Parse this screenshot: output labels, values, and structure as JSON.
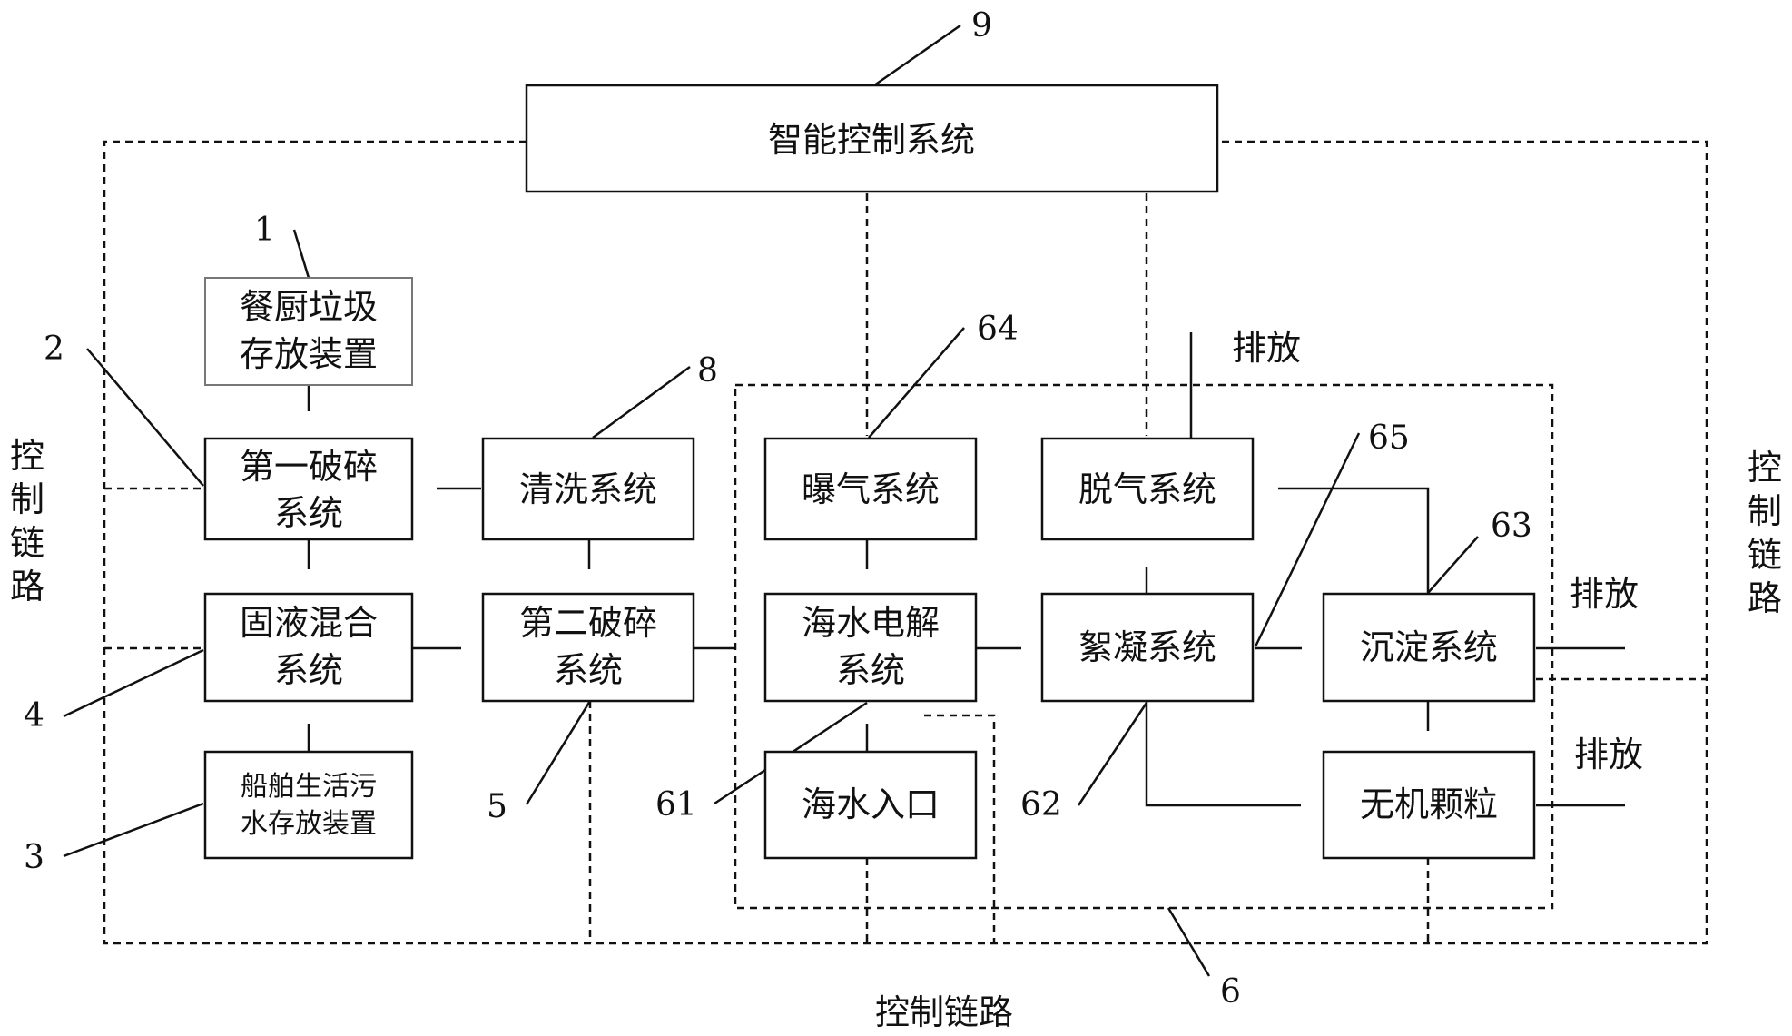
{
  "boxes": {
    "smart_control": "智能控制系统",
    "kitchen_storage_l1": "餐厨垃圾",
    "kitchen_storage_l2": "存放装置",
    "first_crush_l1": "第一破碎",
    "first_crush_l2": "系统",
    "solid_liquid_l1": "固液混合",
    "solid_liquid_l2": "系统",
    "sewage_storage_l1": "船舶生活污",
    "sewage_storage_l2": "水存放装置",
    "cleaning": "清洗系统",
    "second_crush_l1": "第二破碎",
    "second_crush_l2": "系统",
    "aeration": "曝气系统",
    "electrolysis_l1": "海水电解",
    "electrolysis_l2": "系统",
    "seawater_inlet": "海水入口",
    "degassing": "脱气系统",
    "flocculation": "絮凝系统",
    "sedimentation": "沉淀系统",
    "inorganic": "无机颗粒"
  },
  "labels": {
    "control_link_left": [
      "控",
      "制",
      "链",
      "路"
    ],
    "control_link_right": [
      "控",
      "制",
      "链",
      "路"
    ],
    "control_link_bottom": "控制链路",
    "discharge_top": "排放",
    "discharge_sed": "排放",
    "discharge_inorg": "排放"
  },
  "numbers": {
    "n1": "1",
    "n2": "2",
    "n3": "3",
    "n4": "4",
    "n5": "5",
    "n6": "6",
    "n8": "8",
    "n9": "9",
    "n61": "61",
    "n62": "62",
    "n63": "63",
    "n64": "64",
    "n65": "65"
  }
}
